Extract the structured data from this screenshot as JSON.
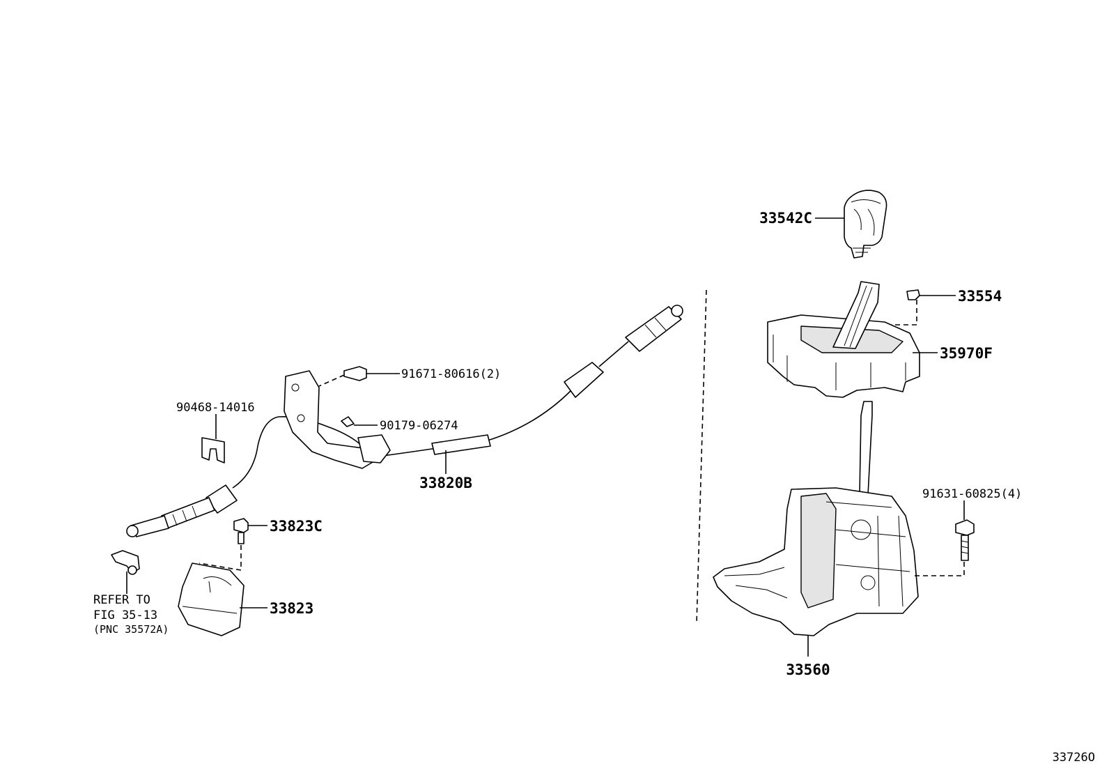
{
  "diagram_id": "33726O",
  "labels": {
    "shift_knob": "33542C",
    "clip": "33554",
    "indicator_housing": "35970F",
    "bolt_4": "91631-60825(4)",
    "shift_lever_assy": "33560",
    "bolt_2": "91671-80616(2)",
    "clip_small": "90179-06274",
    "retainer": "90468-14016",
    "cable": "33820B",
    "bolt_bracket": "33823C",
    "bracket": "33823",
    "refer_line1": "REFER TO",
    "refer_line2": "FIG 35-13",
    "refer_line3": "(PNC 35572A)"
  }
}
